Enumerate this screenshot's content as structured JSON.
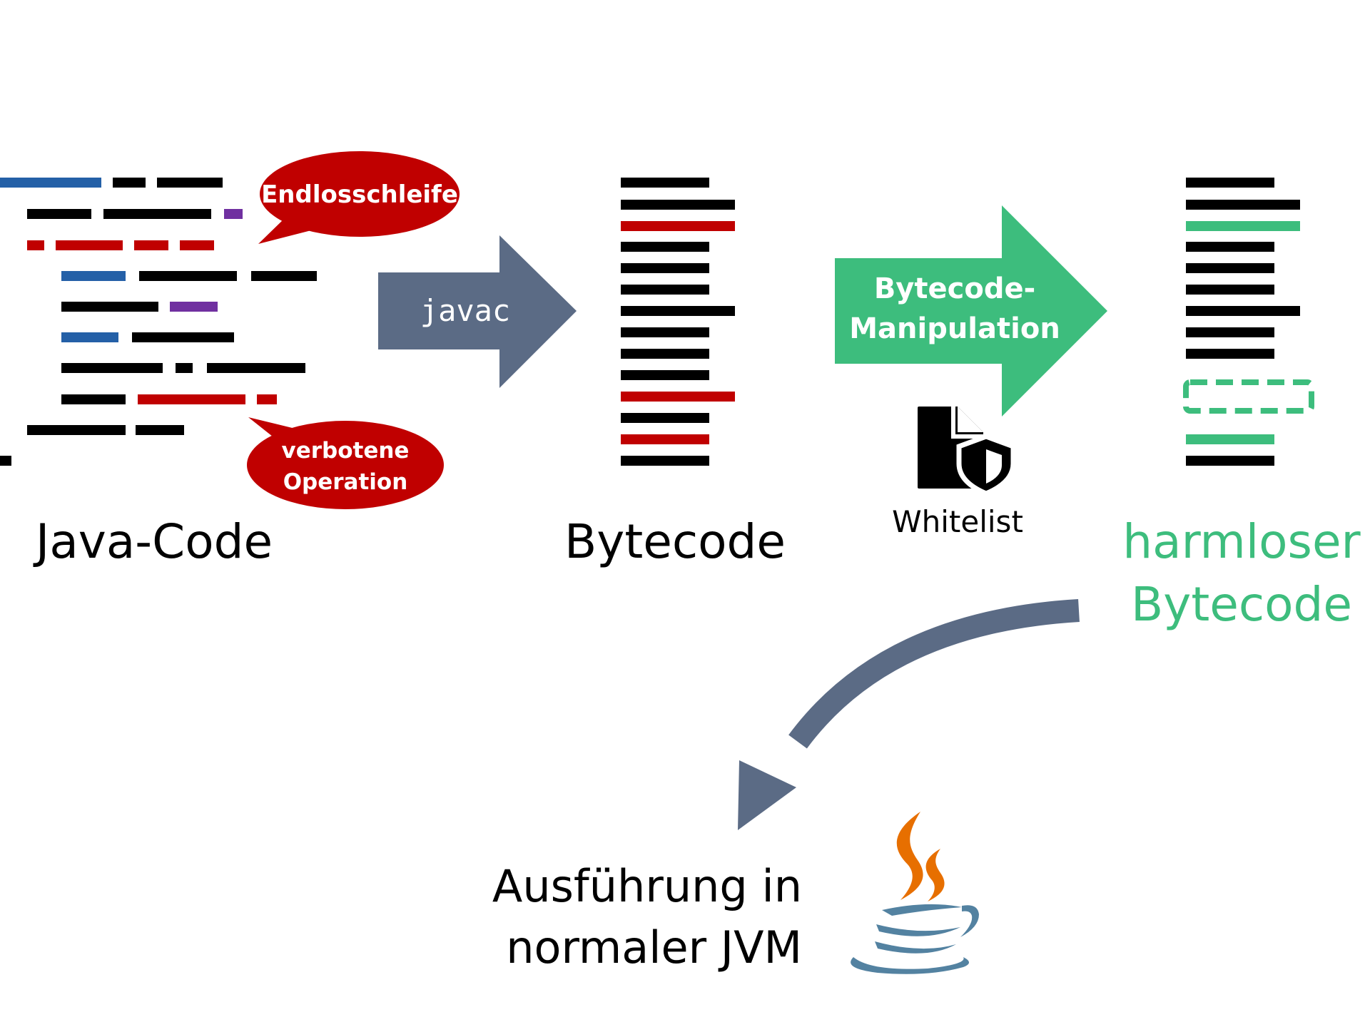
{
  "labels": {
    "java_code": "Java-Code",
    "bytecode": "Bytecode",
    "javac": "javac",
    "manipulation_line1": "Bytecode-",
    "manipulation_line2": "Manipulation",
    "whitelist": "Whitelist",
    "harmless_line1": "harmloser",
    "harmless_line2": "Bytecode",
    "execution_line1": "Ausführung in",
    "execution_line2": "normaler JVM"
  },
  "callouts": {
    "infinite_loop": "Endlosschleife",
    "forbidden_line1": "verbotene",
    "forbidden_line2": "Operation"
  },
  "colors": {
    "code_black": "#000000",
    "code_blue": "#2460a7",
    "code_red": "#c00000",
    "code_purple": "#7030a0",
    "arrow_slate": "#5b6b85",
    "arrow_green": "#3dbd7d",
    "safe_green": "#3dbd7d",
    "callout_red": "#c00000",
    "java_orange": "#e76f00",
    "java_blue": "#5382a1"
  },
  "icons": {
    "whitelist": "document-shield-icon",
    "java": "java-coffee-cup-icon"
  }
}
